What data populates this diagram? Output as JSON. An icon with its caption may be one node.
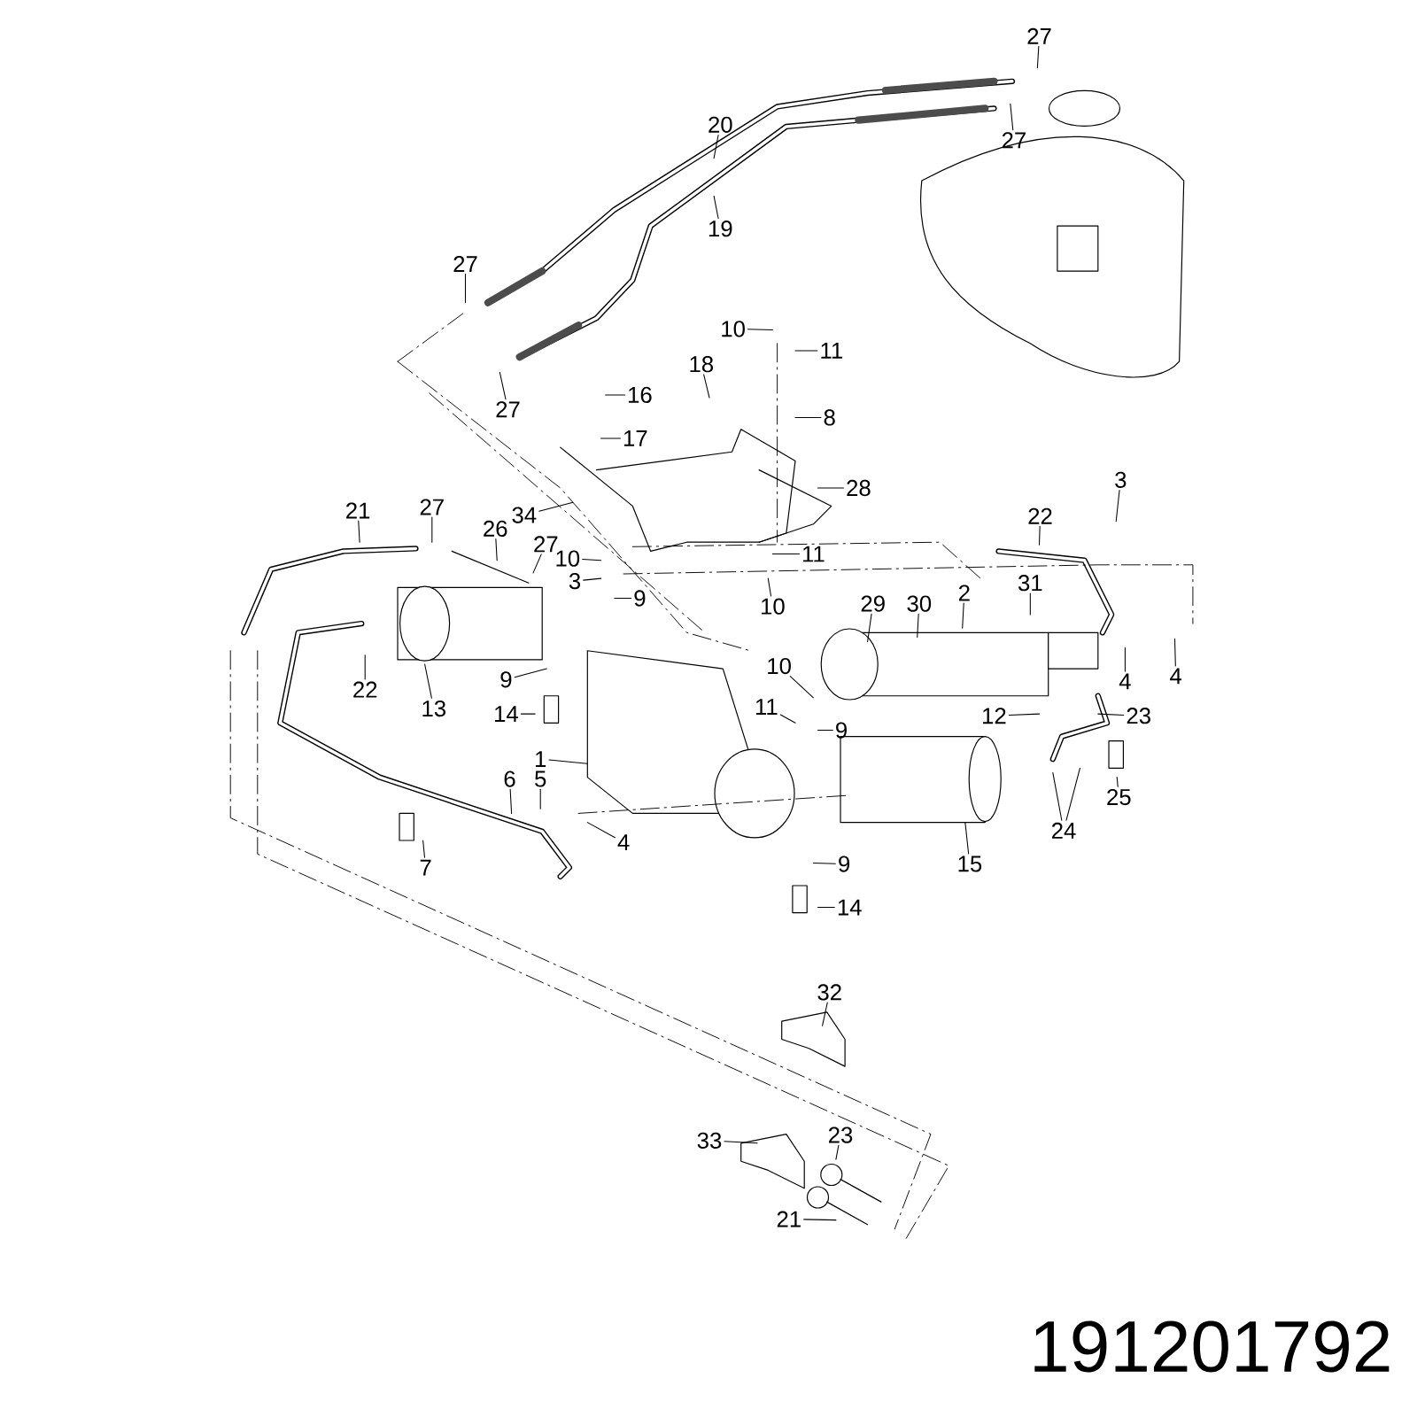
{
  "diagram": {
    "nodes": [
      {
        "text": [
          "27"
        ]
      },
      {
        "text": [
          "20"
        ]
      },
      {
        "text": [
          "27"
        ]
      },
      {
        "text": [
          "19"
        ]
      },
      {
        "text": [
          "27"
        ]
      },
      {
        "text": [
          "10"
        ]
      },
      {
        "text": [
          "11"
        ]
      },
      {
        "text": [
          "27"
        ]
      },
      {
        "text": [
          "16"
        ]
      },
      {
        "text": [
          "18"
        ]
      },
      {
        "text": [
          "8"
        ]
      },
      {
        "text": [
          "17"
        ]
      },
      {
        "text": [
          "28"
        ]
      },
      {
        "text": [
          "3"
        ]
      },
      {
        "text": [
          "21"
        ]
      },
      {
        "text": [
          "27"
        ]
      },
      {
        "text": [
          "26"
        ]
      },
      {
        "text": [
          "34"
        ]
      },
      {
        "text": [
          "22"
        ]
      },
      {
        "text": [
          "27"
        ]
      },
      {
        "text": [
          "10"
        ]
      },
      {
        "text": [
          "11"
        ]
      },
      {
        "text": [
          "3"
        ]
      },
      {
        "text": [
          "10"
        ]
      },
      {
        "text": [
          "9"
        ]
      },
      {
        "text": [
          "29"
        ]
      },
      {
        "text": [
          "30"
        ]
      },
      {
        "text": [
          "2"
        ]
      },
      {
        "text": [
          "31"
        ]
      },
      {
        "text": [
          "22"
        ]
      },
      {
        "text": [
          "13"
        ]
      },
      {
        "text": [
          "9"
        ]
      },
      {
        "text": [
          "10"
        ]
      },
      {
        "text": [
          "4"
        ]
      },
      {
        "text": [
          "4"
        ]
      },
      {
        "text": [
          "14"
        ]
      },
      {
        "text": [
          "11"
        ]
      },
      {
        "text": [
          "9"
        ]
      },
      {
        "text": [
          "12"
        ]
      },
      {
        "text": [
          "23"
        ]
      },
      {
        "text": [
          "1"
        ]
      },
      {
        "text": [
          "6"
        ]
      },
      {
        "text": [
          "5"
        ]
      },
      {
        "text": [
          "25"
        ]
      },
      {
        "text": [
          "4"
        ]
      },
      {
        "text": [
          "24"
        ]
      },
      {
        "text": [
          "7"
        ]
      },
      {
        "text": [
          "9"
        ]
      },
      {
        "text": [
          "15"
        ]
      },
      {
        "text": [
          "14"
        ]
      },
      {
        "text": [
          "32"
        ]
      },
      {
        "text": [
          "33"
        ]
      },
      {
        "text": [
          "23"
        ]
      },
      {
        "text": [
          "21"
        ]
      }
    ],
    "edges": [
      {
        "from": 0,
        "to": null,
        "arrow": "none"
      },
      {
        "from": 1,
        "to": null,
        "arrow": "none"
      },
      {
        "from": 2,
        "to": null,
        "arrow": "none"
      },
      {
        "from": 3,
        "to": null,
        "arrow": "none"
      },
      {
        "from": 4,
        "to": null,
        "arrow": "none"
      },
      {
        "from": 5,
        "to": null,
        "arrow": "none"
      },
      {
        "from": 6,
        "to": null,
        "arrow": "none"
      },
      {
        "from": 7,
        "to": null,
        "arrow": "none"
      },
      {
        "from": 8,
        "to": null,
        "arrow": "none"
      },
      {
        "from": 9,
        "to": null,
        "arrow": "none"
      },
      {
        "from": 10,
        "to": null,
        "arrow": "none"
      },
      {
        "from": 11,
        "to": null,
        "arrow": "none"
      },
      {
        "from": 12,
        "to": null,
        "arrow": "none"
      },
      {
        "from": 13,
        "to": null,
        "arrow": "none"
      },
      {
        "from": 14,
        "to": null,
        "arrow": "none"
      },
      {
        "from": 15,
        "to": null,
        "arrow": "none"
      },
      {
        "from": 16,
        "to": null,
        "arrow": "none"
      },
      {
        "from": 17,
        "to": null,
        "arrow": "none"
      },
      {
        "from": 18,
        "to": null,
        "arrow": "none"
      },
      {
        "from": 19,
        "to": null,
        "arrow": "none"
      },
      {
        "from": 20,
        "to": null,
        "arrow": "none"
      },
      {
        "from": 21,
        "to": null,
        "arrow": "none"
      },
      {
        "from": 22,
        "to": null,
        "arrow": "none"
      },
      {
        "from": 23,
        "to": null,
        "arrow": "none"
      },
      {
        "from": 24,
        "to": null,
        "arrow": "none"
      },
      {
        "from": 25,
        "to": null,
        "arrow": "none"
      },
      {
        "from": 26,
        "to": null,
        "arrow": "none"
      },
      {
        "from": 27,
        "to": null,
        "arrow": "none"
      },
      {
        "from": 28,
        "to": null,
        "arrow": "none"
      },
      {
        "from": 29,
        "to": null,
        "arrow": "none"
      },
      {
        "from": 30,
        "to": null,
        "arrow": "none"
      },
      {
        "from": 31,
        "to": null,
        "arrow": "none"
      },
      {
        "from": 32,
        "to": null,
        "arrow": "none"
      },
      {
        "from": 33,
        "to": null,
        "arrow": "none"
      },
      {
        "from": 34,
        "to": null,
        "arrow": "none"
      },
      {
        "from": 35,
        "to": null,
        "arrow": "none"
      },
      {
        "from": 36,
        "to": null,
        "arrow": "none"
      },
      {
        "from": 37,
        "to": null,
        "arrow": "none"
      },
      {
        "from": 38,
        "to": null,
        "arrow": "none"
      },
      {
        "from": 39,
        "to": null,
        "arrow": "none"
      },
      {
        "from": 40,
        "to": null,
        "arrow": "none"
      },
      {
        "from": 41,
        "to": null,
        "arrow": "none"
      },
      {
        "from": 42,
        "to": null,
        "arrow": "none"
      },
      {
        "from": 43,
        "to": null,
        "arrow": "none"
      },
      {
        "from": 44,
        "to": null,
        "arrow": "none"
      },
      {
        "from": 45,
        "to": null,
        "arrow": "none"
      },
      {
        "from": 45,
        "to": null,
        "arrow": "none"
      },
      {
        "from": 46,
        "to": null,
        "arrow": "none"
      },
      {
        "from": 47,
        "to": null,
        "arrow": "none"
      },
      {
        "from": 48,
        "to": null,
        "arrow": "none"
      },
      {
        "from": 49,
        "to": null,
        "arrow": "none"
      },
      {
        "from": 50,
        "to": null,
        "arrow": "none"
      },
      {
        "from": 51,
        "to": null,
        "arrow": "none"
      },
      {
        "from": 52,
        "to": null,
        "arrow": "none"
      },
      {
        "from": 53,
        "to": null,
        "arrow": "none"
      }
    ],
    "labels": [
      "191201792"
    ]
  }
}
